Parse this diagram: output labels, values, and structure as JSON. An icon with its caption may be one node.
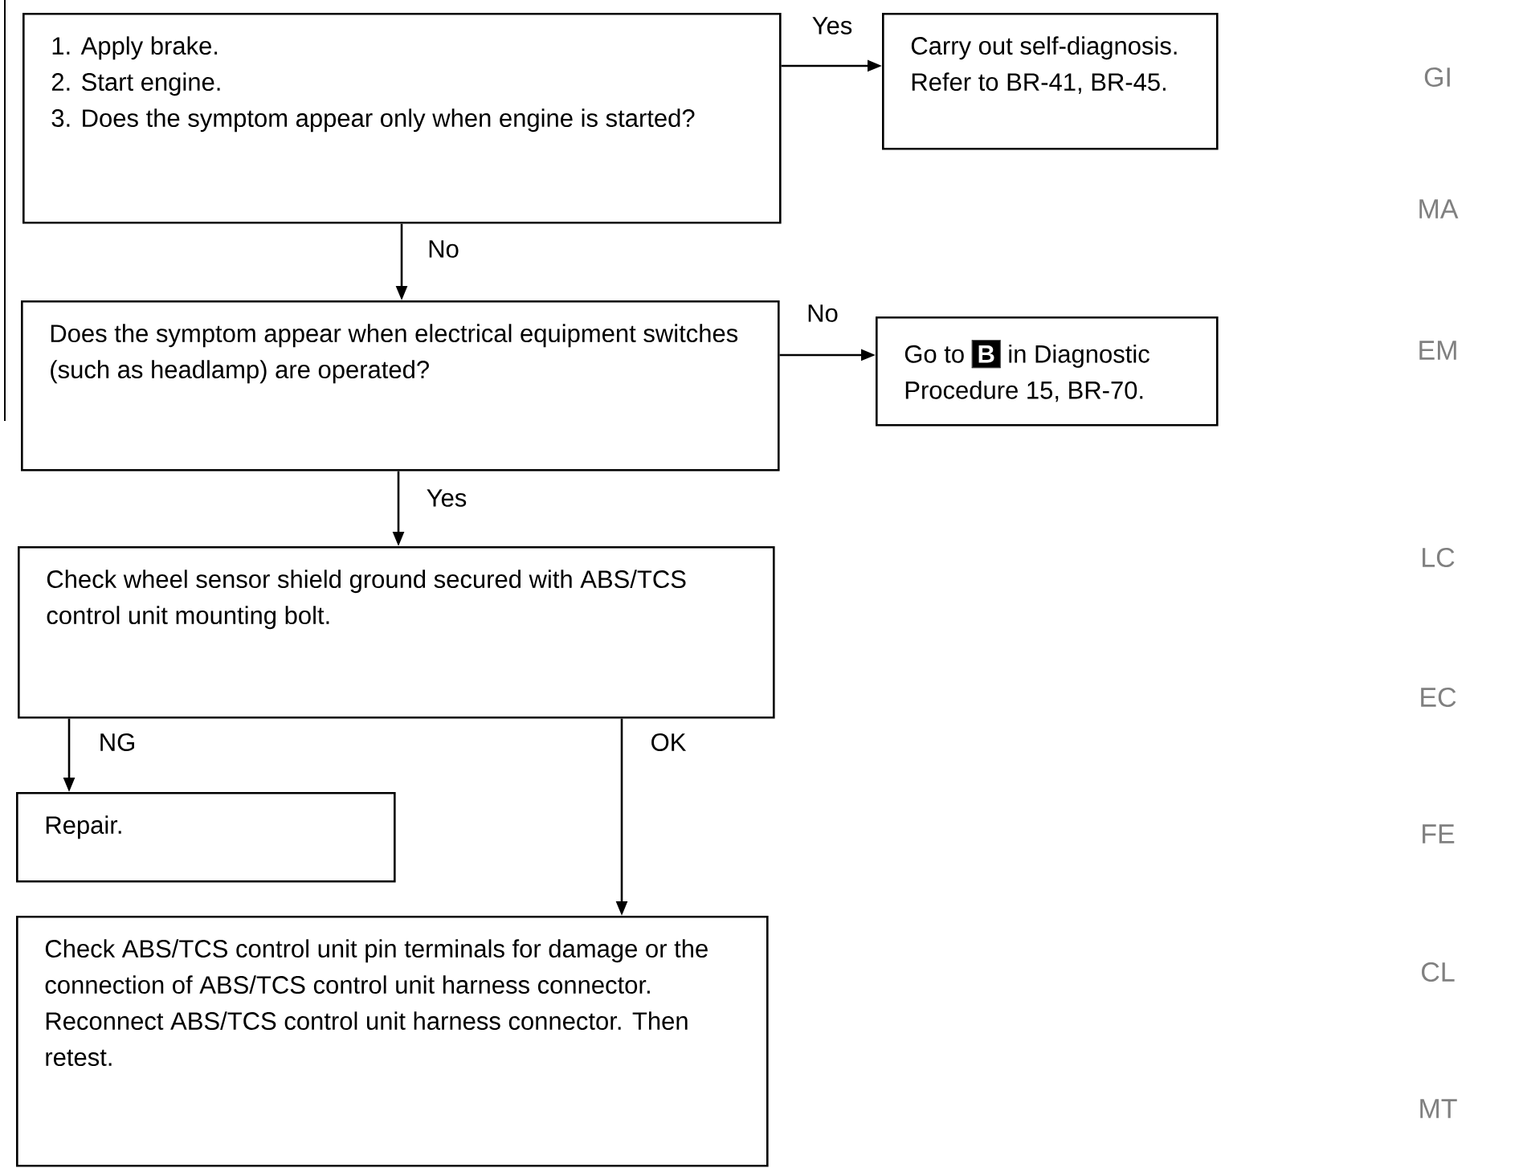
{
  "diagram": {
    "nodes": [
      {
        "text": [
          "1. Apply brake.",
          "2. Start engine.",
          "3. Does the symptom appear only when engine is started?"
        ]
      },
      {
        "text": [
          "Carry out self-diagnosis. Refer to BR-41, BR-45."
        ]
      },
      {
        "text": [
          "Does the symptom appear when electrical equipment switches (such as headlamp) are operated?"
        ]
      },
      {
        "text": [
          "Go to",
          "B",
          "in Diagnostic Procedure 15, BR-70."
        ]
      },
      {
        "text": [
          "Check wheel sensor shield ground secured with ABS/TCS control unit mounting bolt."
        ]
      },
      {
        "text": [
          "Repair."
        ]
      },
      {
        "text": [
          "Check ABS/TCS control unit pin terminals for damage or the connection of ABS/TCS control unit harness connector.",
          "Reconnect ABS/TCS control unit harness connector. Then retest."
        ]
      }
    ],
    "edges": [
      {
        "from": 0,
        "to": 1,
        "arrow": "to",
        "label": "Yes"
      },
      {
        "from": 0,
        "to": 2,
        "arrow": "to",
        "label": "No"
      },
      {
        "from": 2,
        "to": 3,
        "arrow": "to",
        "label": "No"
      },
      {
        "from": 2,
        "to": 4,
        "arrow": "to",
        "label": "Yes"
      },
      {
        "from": 4,
        "to": 5,
        "arrow": "to",
        "label": "NG"
      },
      {
        "from": 4,
        "to": 6,
        "arrow": "to",
        "label": "OK"
      }
    ],
    "labels": [
      "GI",
      "MA",
      "EM",
      "LC",
      "EC",
      "FE",
      "CL",
      "MT"
    ]
  }
}
